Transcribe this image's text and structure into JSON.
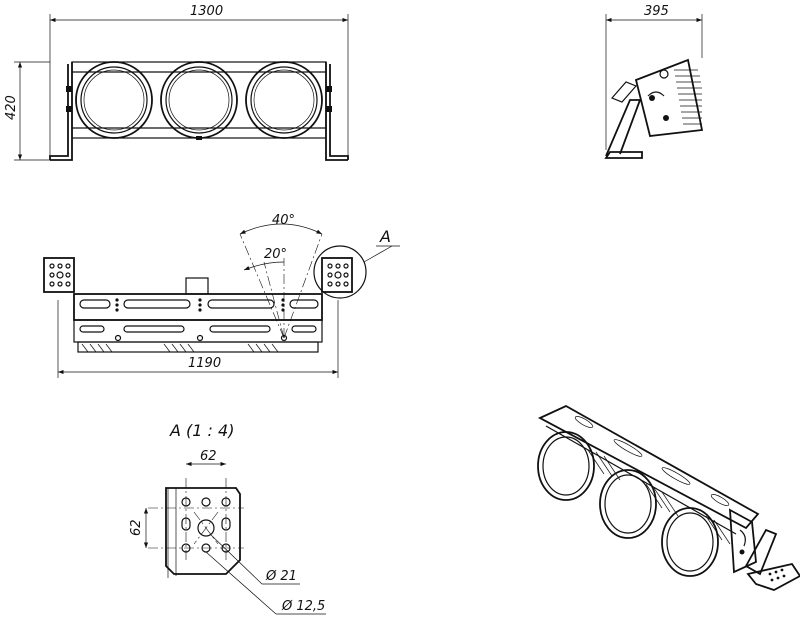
{
  "dimensions": {
    "front_width": "1300",
    "front_height": "420",
    "side_depth": "395",
    "plan_width": "1190",
    "angle_outer": "40°",
    "angle_inner": "20°",
    "detail_ref": "A",
    "detail_title": "A (1 : 4)",
    "detail_width": "62",
    "detail_height": "62",
    "hole_large": "Ø 21",
    "hole_small": "Ø 12,5"
  }
}
